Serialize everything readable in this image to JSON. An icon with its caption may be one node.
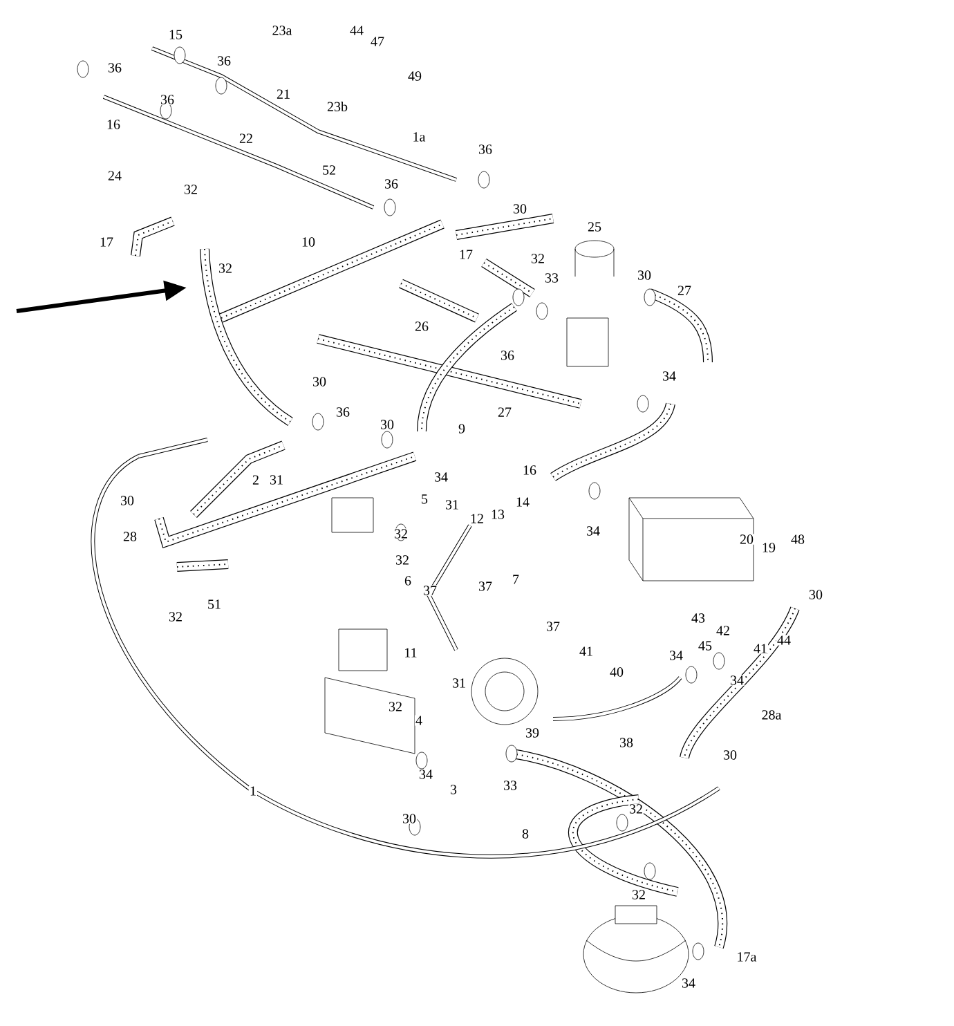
{
  "diagram": {
    "labels": [
      "15",
      "23a",
      "44",
      "47",
      "36",
      "36",
      "49",
      "16",
      "36",
      "21",
      "23b",
      "22",
      "1a",
      "52",
      "36",
      "24",
      "32",
      "32",
      "17",
      "10",
      "36",
      "26",
      "30",
      "17",
      "32",
      "33",
      "25",
      "30",
      "27",
      "36",
      "27",
      "34",
      "9",
      "16",
      "34",
      "5",
      "31",
      "12",
      "13",
      "14",
      "30",
      "36",
      "30",
      "2",
      "31",
      "30",
      "28",
      "32",
      "32",
      "6",
      "37",
      "51",
      "32",
      "37",
      "7",
      "37",
      "11",
      "34",
      "20",
      "19",
      "48",
      "43",
      "30",
      "42",
      "41",
      "44",
      "34",
      "45",
      "34",
      "41",
      "40",
      "31",
      "32",
      "4",
      "39",
      "38",
      "28a",
      "34",
      "33",
      "3",
      "30",
      "30",
      "32",
      "8",
      "1",
      "32",
      "34",
      "17a"
    ]
  }
}
